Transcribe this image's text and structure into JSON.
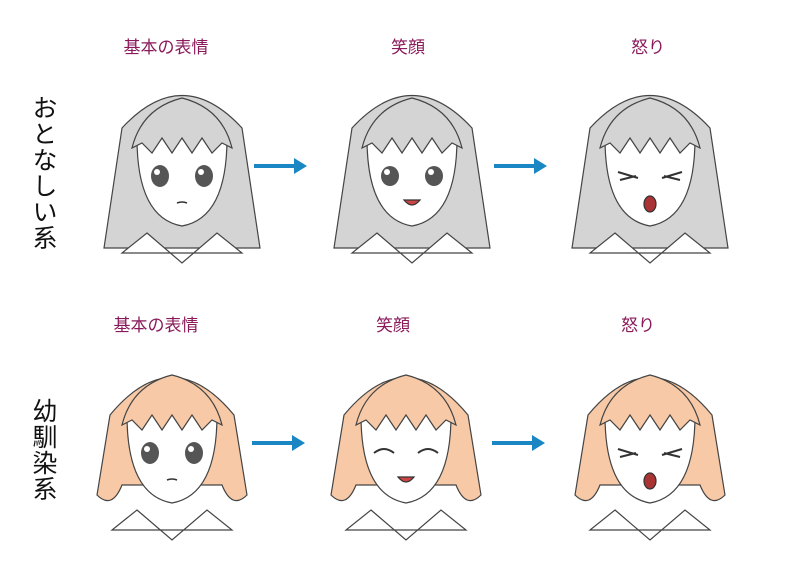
{
  "rows": [
    {
      "category": "おとなしい系",
      "labels": [
        "基本の表情",
        "笑顔",
        "怒り"
      ],
      "hair_color": "#d4d4d4",
      "expressions": [
        "neutral",
        "smile",
        "angry"
      ]
    },
    {
      "category": "幼馴染系",
      "labels": [
        "基本の表情",
        "笑顔",
        "怒り"
      ],
      "hair_color": "#f7c9a6",
      "expressions": [
        "neutral",
        "smile",
        "angry"
      ]
    }
  ],
  "colors": {
    "label": "#8a1a5a",
    "arrow": "#1a86c4"
  }
}
